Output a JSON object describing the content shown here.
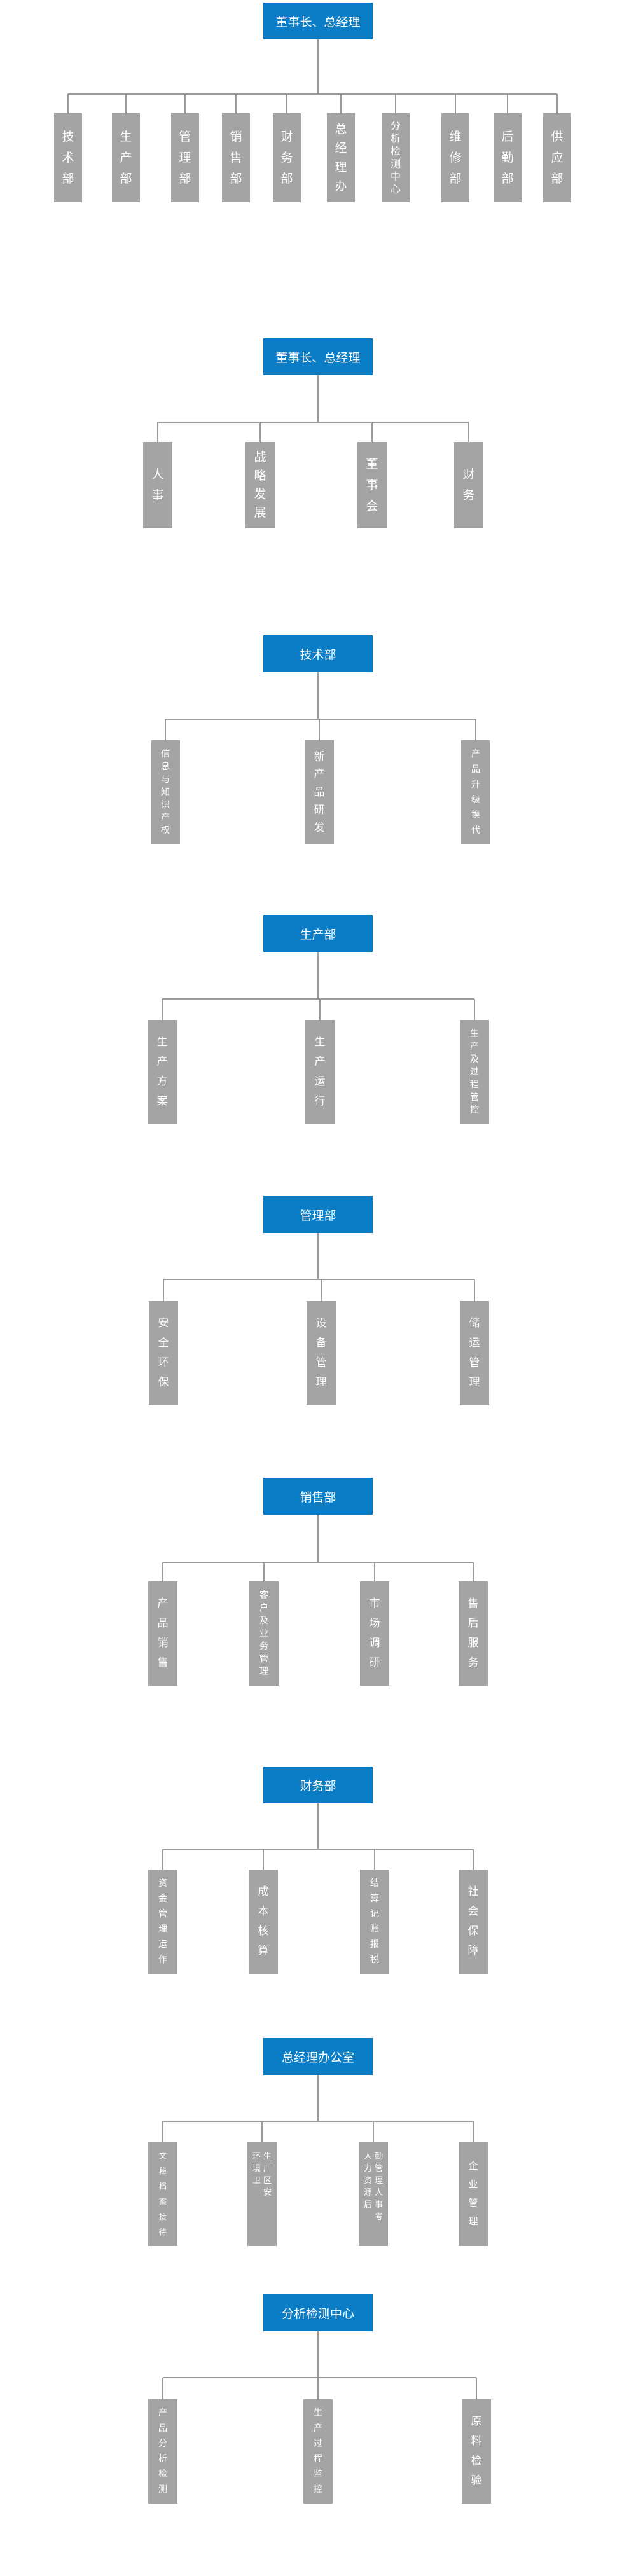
{
  "colors": {
    "head": "#0a7dc6",
    "node": "#a4a4a4",
    "line": "#9a9a9a",
    "text": "#ffffff"
  },
  "sections": [
    {
      "title": "董事长、总经理",
      "children": [
        {
          "label": "技术部"
        },
        {
          "label": "生产部"
        },
        {
          "label": "管理部"
        },
        {
          "label": "销售部"
        },
        {
          "label": "财务部"
        },
        {
          "label": "总经理办"
        },
        {
          "label": "分析检测中心"
        },
        {
          "label": "维修部"
        },
        {
          "label": "后勤部"
        },
        {
          "label": "供应部"
        }
      ]
    },
    {
      "title": "董事长、总经理",
      "children": [
        {
          "label": "人事"
        },
        {
          "label": "战略发展"
        },
        {
          "label": "董事会"
        },
        {
          "label": "财务"
        }
      ]
    },
    {
      "title": "技术部",
      "children": [
        {
          "label": "信息与知识产权"
        },
        {
          "label": "新产品研发"
        },
        {
          "label": "产品升级换代"
        }
      ]
    },
    {
      "title": "生产部",
      "children": [
        {
          "label": "生产方案"
        },
        {
          "label": "生产运行"
        },
        {
          "label": "生产及过程管控"
        }
      ]
    },
    {
      "title": "管理部",
      "children": [
        {
          "label": "安全环保"
        },
        {
          "label": "设备管理"
        },
        {
          "label": "储运管理"
        }
      ]
    },
    {
      "title": "销售部",
      "children": [
        {
          "label": "产品销售"
        },
        {
          "label": "客户及业务管理"
        },
        {
          "label": "市场调研"
        },
        {
          "label": "售后服务"
        }
      ]
    },
    {
      "title": "财务部",
      "children": [
        {
          "label": "资金管理运作"
        },
        {
          "label": "成本核算"
        },
        {
          "label": "结算记账报税"
        },
        {
          "label": "社会保障"
        }
      ]
    },
    {
      "title": "总经理办公室",
      "children": [
        {
          "label": "文秘档案接待"
        },
        {
          "label": "环境卫生厂区安全保卫"
        },
        {
          "label": "人力资源后勤管理人事考勤"
        },
        {
          "label": "企业管理"
        }
      ]
    },
    {
      "title": "分析检测中心",
      "children": [
        {
          "label": "产品分析检测"
        },
        {
          "label": "生产过程监控"
        },
        {
          "label": "原料检验"
        }
      ]
    }
  ]
}
